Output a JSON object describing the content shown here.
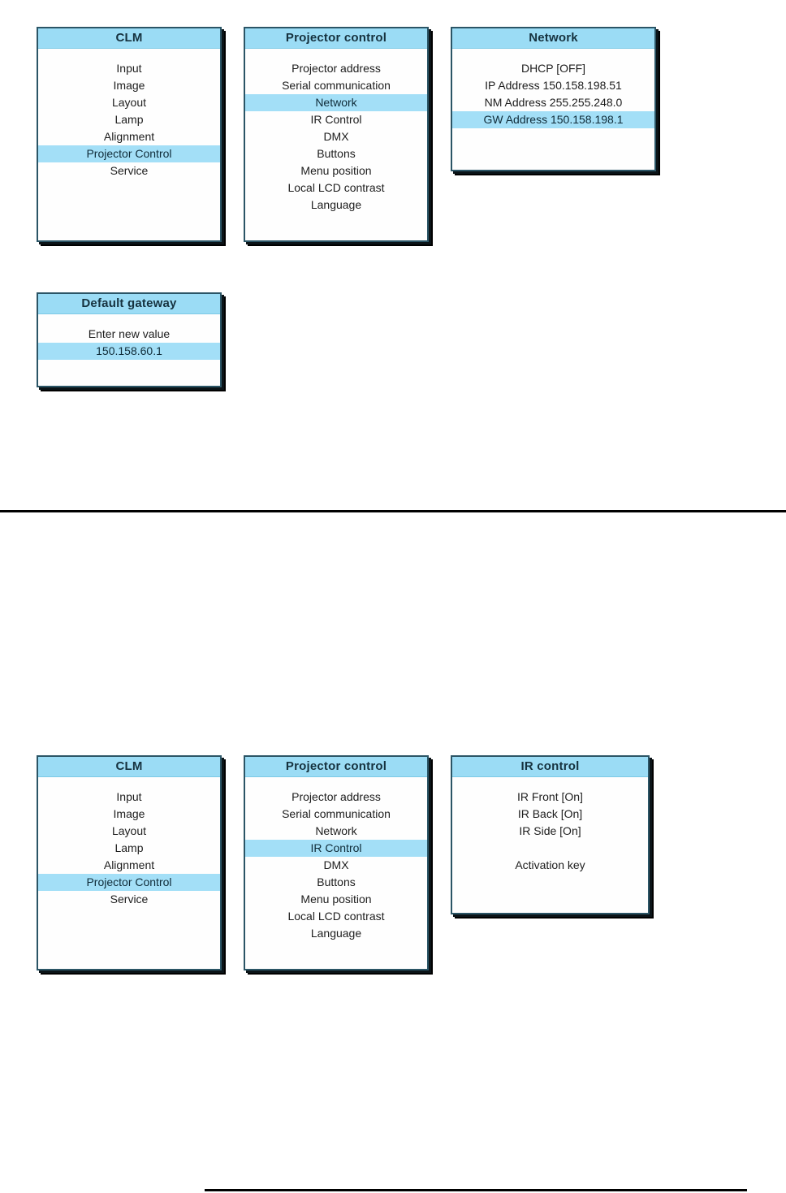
{
  "colors": {
    "header_bg": "#9bdcf5",
    "selection_bg": "#a3dff7",
    "panel_bg": "#fefefe",
    "border": "#2b5566",
    "shadow": "#000000",
    "text": "#1d1d1d",
    "rule": "#000000"
  },
  "panels": {
    "clm_1": {
      "title": "CLM",
      "items": [
        {
          "label": "Input",
          "selected": false
        },
        {
          "label": "Image",
          "selected": false
        },
        {
          "label": "Layout",
          "selected": false
        },
        {
          "label": "Lamp",
          "selected": false
        },
        {
          "label": "Alignment",
          "selected": false
        },
        {
          "label": "Projector Control",
          "selected": true
        },
        {
          "label": "Service",
          "selected": false
        }
      ]
    },
    "projector_control_1": {
      "title": "Projector control",
      "items": [
        {
          "label": "Projector address",
          "selected": false
        },
        {
          "label": "Serial communication",
          "selected": false
        },
        {
          "label": "Network",
          "selected": true
        },
        {
          "label": "IR Control",
          "selected": false
        },
        {
          "label": "DMX",
          "selected": false
        },
        {
          "label": "Buttons",
          "selected": false
        },
        {
          "label": "Menu position",
          "selected": false
        },
        {
          "label": "Local LCD contrast",
          "selected": false
        },
        {
          "label": "Language",
          "selected": false
        }
      ]
    },
    "network_1": {
      "title": "Network",
      "items": [
        {
          "label": "DHCP [OFF]",
          "selected": false
        },
        {
          "label": "IP Address 150.158.198.51",
          "selected": false
        },
        {
          "label": "NM Address 255.255.248.0",
          "selected": false
        },
        {
          "label": "GW Address 150.158.198.1",
          "selected": true
        }
      ]
    },
    "default_gateway_1": {
      "title": "Default gateway",
      "items": [
        {
          "label": "Enter new value",
          "selected": false
        },
        {
          "label": "150.158.60.1",
          "selected": true
        }
      ]
    },
    "clm_2": {
      "title": "CLM",
      "items": [
        {
          "label": "Input",
          "selected": false
        },
        {
          "label": "Image",
          "selected": false
        },
        {
          "label": "Layout",
          "selected": false
        },
        {
          "label": "Lamp",
          "selected": false
        },
        {
          "label": "Alignment",
          "selected": false
        },
        {
          "label": "Projector Control",
          "selected": true
        },
        {
          "label": "Service",
          "selected": false
        }
      ]
    },
    "projector_control_2": {
      "title": "Projector control",
      "items": [
        {
          "label": "Projector address",
          "selected": false
        },
        {
          "label": "Serial communication",
          "selected": false
        },
        {
          "label": "Network",
          "selected": false
        },
        {
          "label": "IR Control",
          "selected": true
        },
        {
          "label": "DMX",
          "selected": false
        },
        {
          "label": "Buttons",
          "selected": false
        },
        {
          "label": "Menu position",
          "selected": false
        },
        {
          "label": "Local LCD contrast",
          "selected": false
        },
        {
          "label": "Language",
          "selected": false
        }
      ]
    },
    "ir_control_2": {
      "title": "IR control",
      "items": [
        {
          "label": "IR Front [On]",
          "selected": false
        },
        {
          "label": "IR Back [On]",
          "selected": false
        },
        {
          "label": "IR Side [On]",
          "selected": false
        },
        {
          "label": "",
          "selected": false
        },
        {
          "label": "Activation key",
          "selected": false
        }
      ]
    }
  }
}
